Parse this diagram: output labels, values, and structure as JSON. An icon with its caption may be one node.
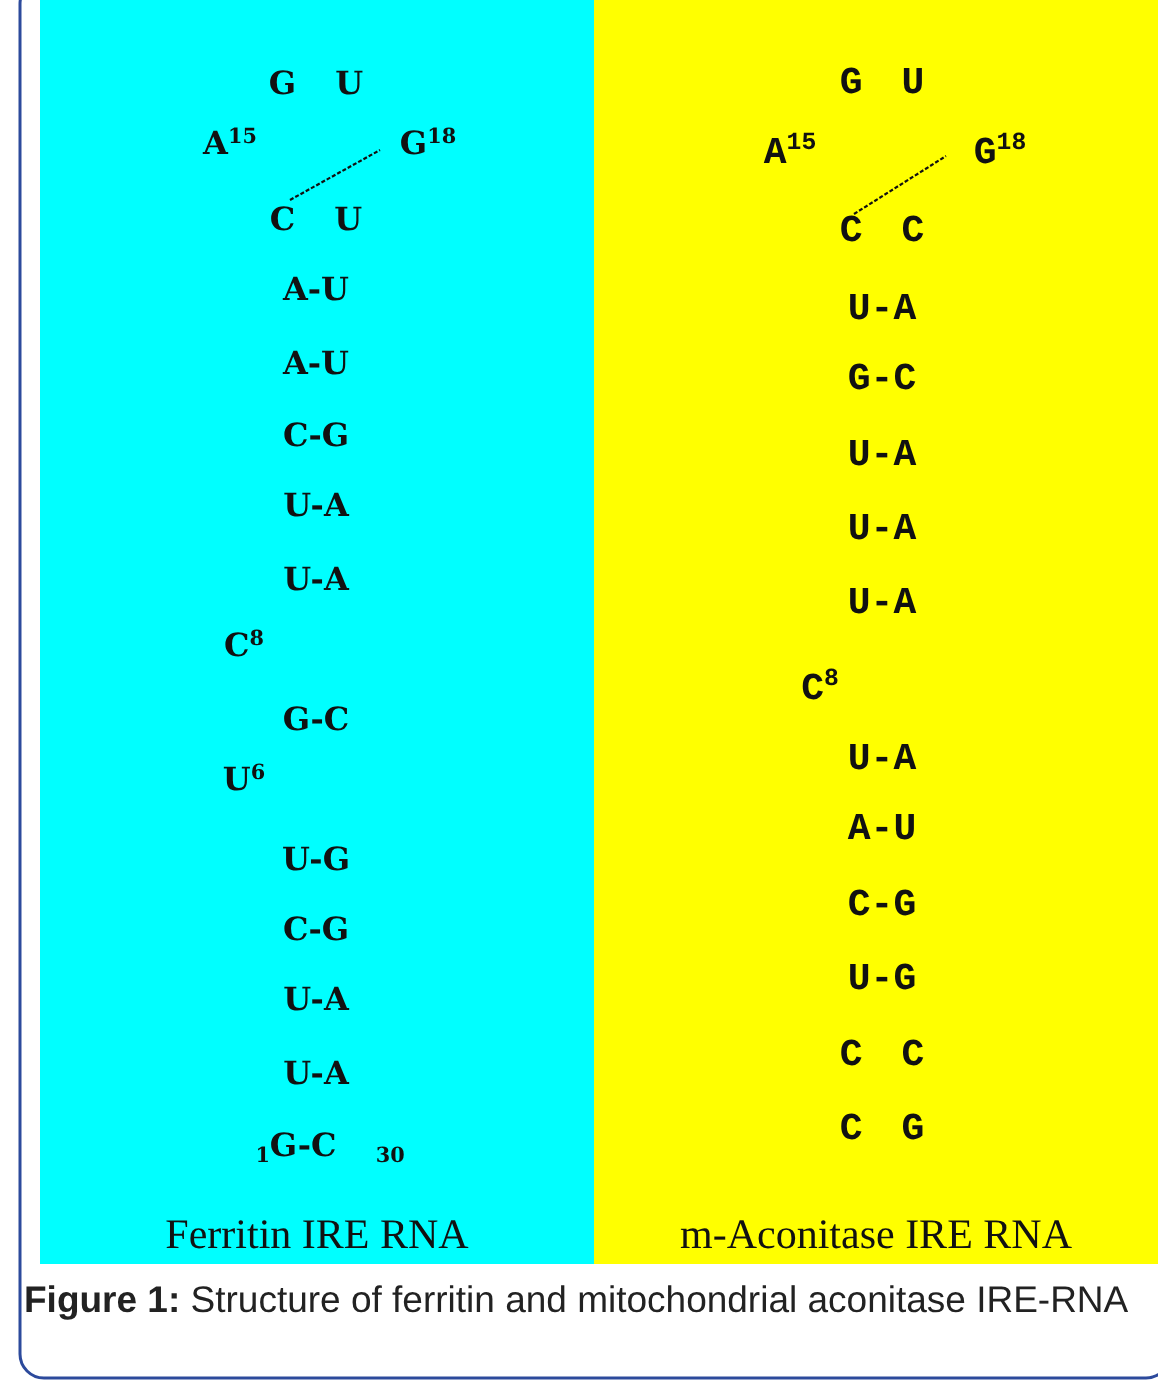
{
  "diagram": {
    "caption": "**Figure 1:** Structure of ferritin and mitochondrial aconitase IRE-RNA",
    "nodes": [
      {
        "text": [
          "Ferritin IRE RNA"
        ]
      },
      {
        "text": [
          "m-Aconitase IRE RNA"
        ]
      }
    ],
    "labels": [
      "G U",
      "A$^{15}$",
      "G$^{18}$",
      "C U",
      "A-U",
      "A-U",
      "C-G",
      "U-A",
      "U-A",
      "C$^{8}$",
      "G-C",
      "U$^{6}$",
      "U-G",
      "C-G",
      "U-A",
      "U-A",
      "$_{1}$G-C $_{30}$",
      "G U",
      "A$^{15}$",
      "G$^{18}$",
      "C C",
      "U-A",
      "G-C",
      "U-A",
      "U-A",
      "U-A",
      "C$^{8}$",
      "U-A",
      "A-U",
      "C-G",
      "U-G",
      "C C",
      "C G"
    ]
  }
}
